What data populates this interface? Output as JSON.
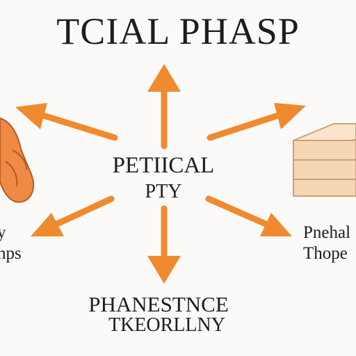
{
  "title": "TCIAL PHASP",
  "center": {
    "line1": "PETIICAL",
    "line2": "PTY"
  },
  "left_label": {
    "line1": "y",
    "line2": "nps"
  },
  "right_label": {
    "line1": "Pnehal",
    "line2": "Thope"
  },
  "bottom_label": {
    "line1": "PHANESTNCE",
    "line2": "TKEORLLNY"
  },
  "colors": {
    "arrow": "#f08a2e",
    "hand": "#ef8a45",
    "box": "#f6d7b3",
    "box_edge": "#caa27a",
    "text": "#1d1d1d"
  }
}
